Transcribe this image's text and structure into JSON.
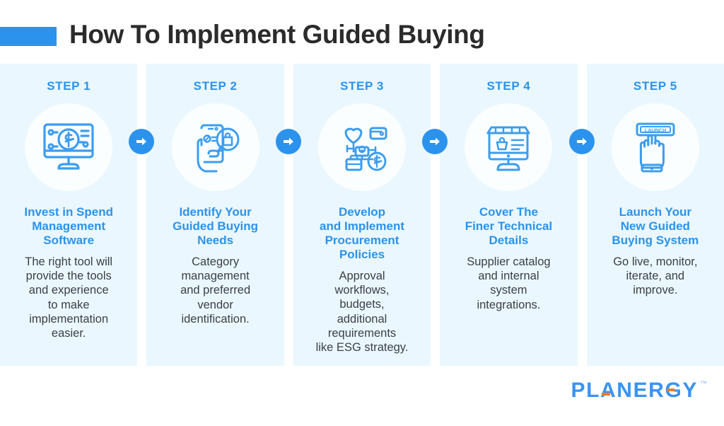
{
  "header": {
    "title": "How To Implement Guided Buying",
    "accent_color": "#2b93ed",
    "title_color": "#2b2b2b"
  },
  "theme": {
    "column_bg": "#eaf7fe",
    "circle_bg": "#fbfeff",
    "brand_blue": "#2b93ed",
    "body_text": "#3b3f45",
    "logo_blue": "#3b93f0",
    "logo_orange": "#f47b20"
  },
  "steps": [
    {
      "label": "STEP 1",
      "icon": "monitor-dollar-analytics-icon",
      "title": "Invest in Spend\nManagement\nSoftware",
      "description": "The right tool will\nprovide the tools\nand experience\nto make\nimplementation\neasier."
    },
    {
      "label": "STEP 2",
      "icon": "hand-phone-shopping-bag-icon",
      "title": "Identify Your\nGuided Buying\nNeeds",
      "description": "Category\nmanagement\nand preferred\nvendor\nidentification."
    },
    {
      "label": "STEP 3",
      "icon": "policy-network-icon",
      "title": "Develop\nand Implement\nProcurement\nPolicies",
      "description": "Approval\nworkflows,\nbudgets,\nadditional\nrequirements\nlike ESG strategy."
    },
    {
      "label": "STEP 4",
      "icon": "online-storefront-icon",
      "title": "Cover The\nFiner Technical\nDetails",
      "description": "Supplier catalog\nand internal\nsystem\nintegrations."
    },
    {
      "label": "STEP 5",
      "icon": "hand-pressing-launch-button-icon",
      "title": "Launch Your\nNew Guided\nBuying System",
      "description": "Go live, monitor,\niterate, and\nimprove."
    }
  ],
  "connectors": [
    {
      "name": "arrow-right-icon",
      "between": "step-1-step-2"
    },
    {
      "name": "arrow-right-icon",
      "between": "step-2-step-3"
    },
    {
      "name": "arrow-right-icon",
      "between": "step-3-step-4"
    },
    {
      "name": "arrow-right-icon",
      "between": "step-4-step-5"
    }
  ],
  "footer": {
    "brand": "PLANERGY",
    "trademark": "™"
  }
}
